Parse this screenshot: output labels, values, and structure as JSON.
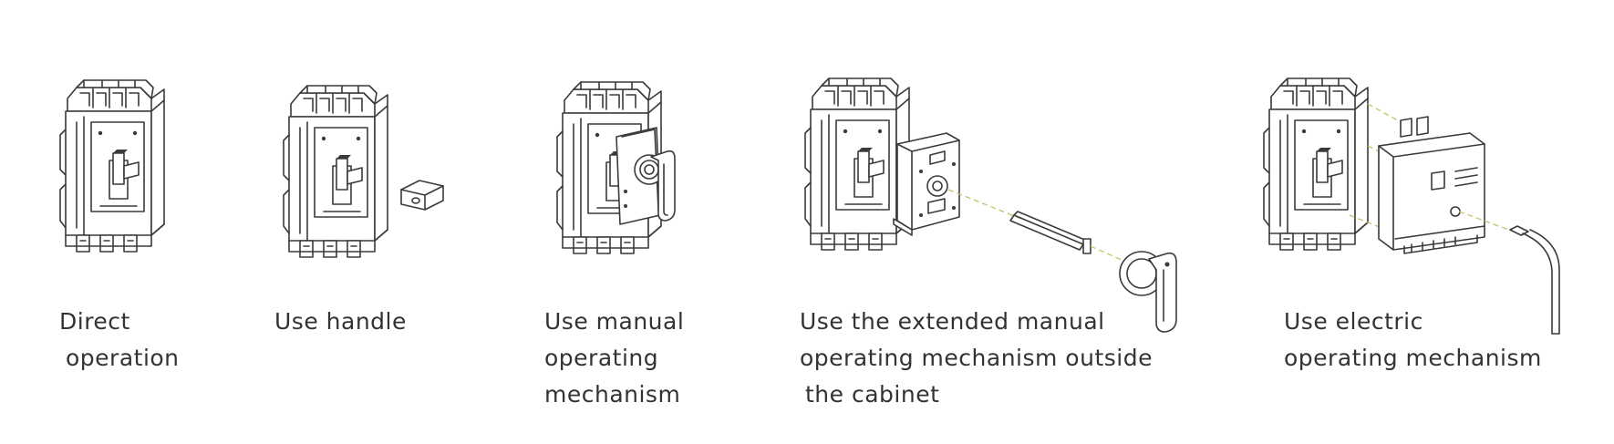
{
  "options": [
    {
      "id": "direct",
      "lines": [
        "Direct",
        "operation"
      ]
    },
    {
      "id": "handle",
      "lines": [
        "Use handle"
      ]
    },
    {
      "id": "manual",
      "lines": [
        "Use manual",
        "operating",
        "mechanism"
      ]
    },
    {
      "id": "extended",
      "lines": [
        "Use the extended manual",
        "operating mechanism outside",
        "the cabinet"
      ]
    },
    {
      "id": "electric",
      "lines": [
        "Use electric",
        "operating mechanism"
      ]
    }
  ],
  "colors": {
    "text": "#333333",
    "line": "#3a3a3a",
    "guide": "#c8c06a",
    "background": "#ffffff"
  }
}
